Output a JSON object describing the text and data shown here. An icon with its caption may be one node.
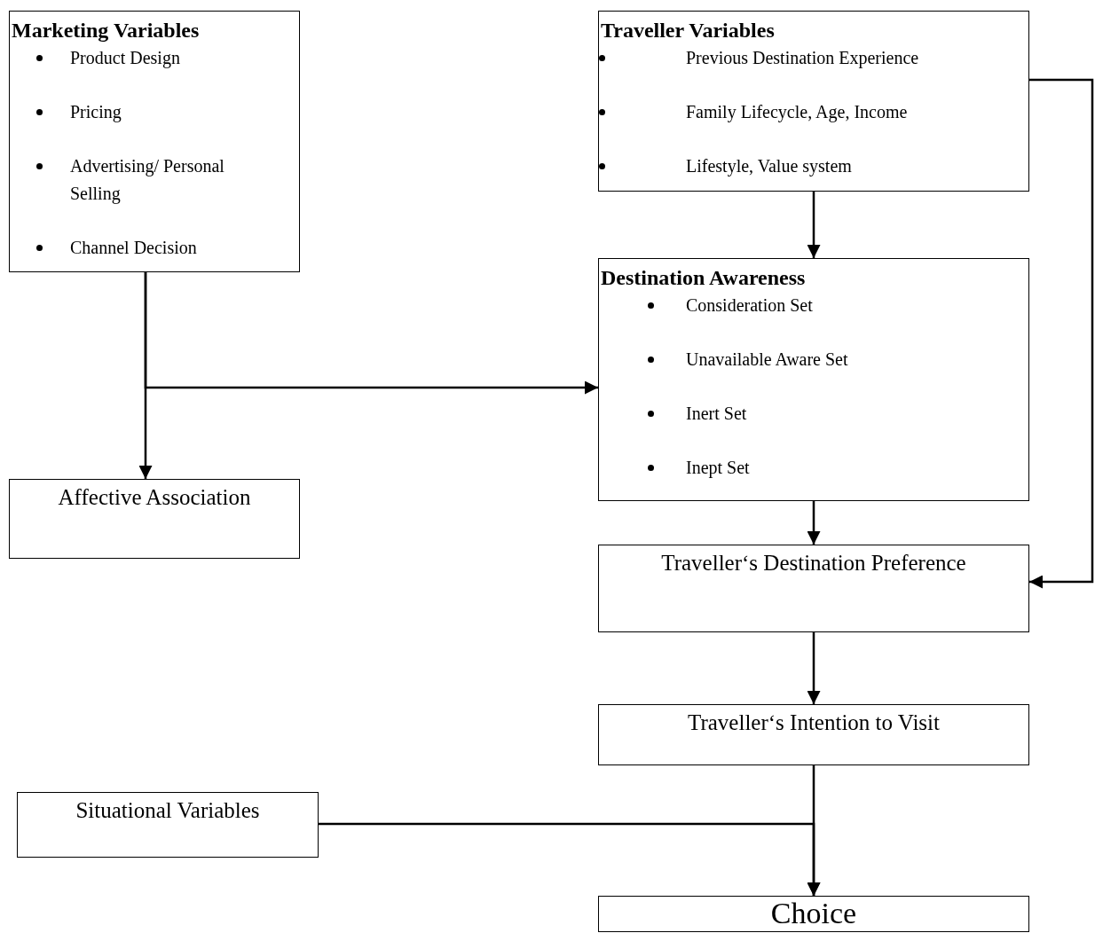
{
  "diagram": {
    "nodes": [
      {
        "text": [
          "Marketing Variables",
          "Product Design",
          "Pricing",
          "Advertising/ Personal Selling",
          "Channel Decision"
        ]
      },
      {
        "text": [
          "Traveller Variables",
          "Previous Destination Experience",
          "Family Lifecycle, Age, Income",
          "Lifestyle, Value system"
        ]
      },
      {
        "text": [
          "Destination Awareness",
          "Consideration Set",
          "Unavailable Aware Set",
          "Inert Set",
          "Inept Set"
        ]
      },
      {
        "text": [
          "Affective Association"
        ]
      },
      {
        "text": [
          "Traveller‘s Destination Preference"
        ]
      },
      {
        "text": [
          "Traveller‘s Intention to Visit"
        ]
      },
      {
        "text": [
          "Situational Variables"
        ]
      },
      {
        "text": [
          "Choice"
        ]
      }
    ],
    "edges": [
      {
        "from": 0,
        "to": 2,
        "arrow": "to"
      },
      {
        "from": 0,
        "to": 3,
        "arrow": "to"
      },
      {
        "from": 1,
        "to": 2,
        "arrow": "to"
      },
      {
        "from": 1,
        "to": 4,
        "arrow": "to"
      },
      {
        "from": 2,
        "to": 4,
        "arrow": "to"
      },
      {
        "from": 4,
        "to": 5,
        "arrow": "to"
      },
      {
        "from": 5,
        "to": 7,
        "arrow": "to"
      },
      {
        "from": 6,
        "to": 7,
        "arrow": "to"
      }
    ]
  }
}
